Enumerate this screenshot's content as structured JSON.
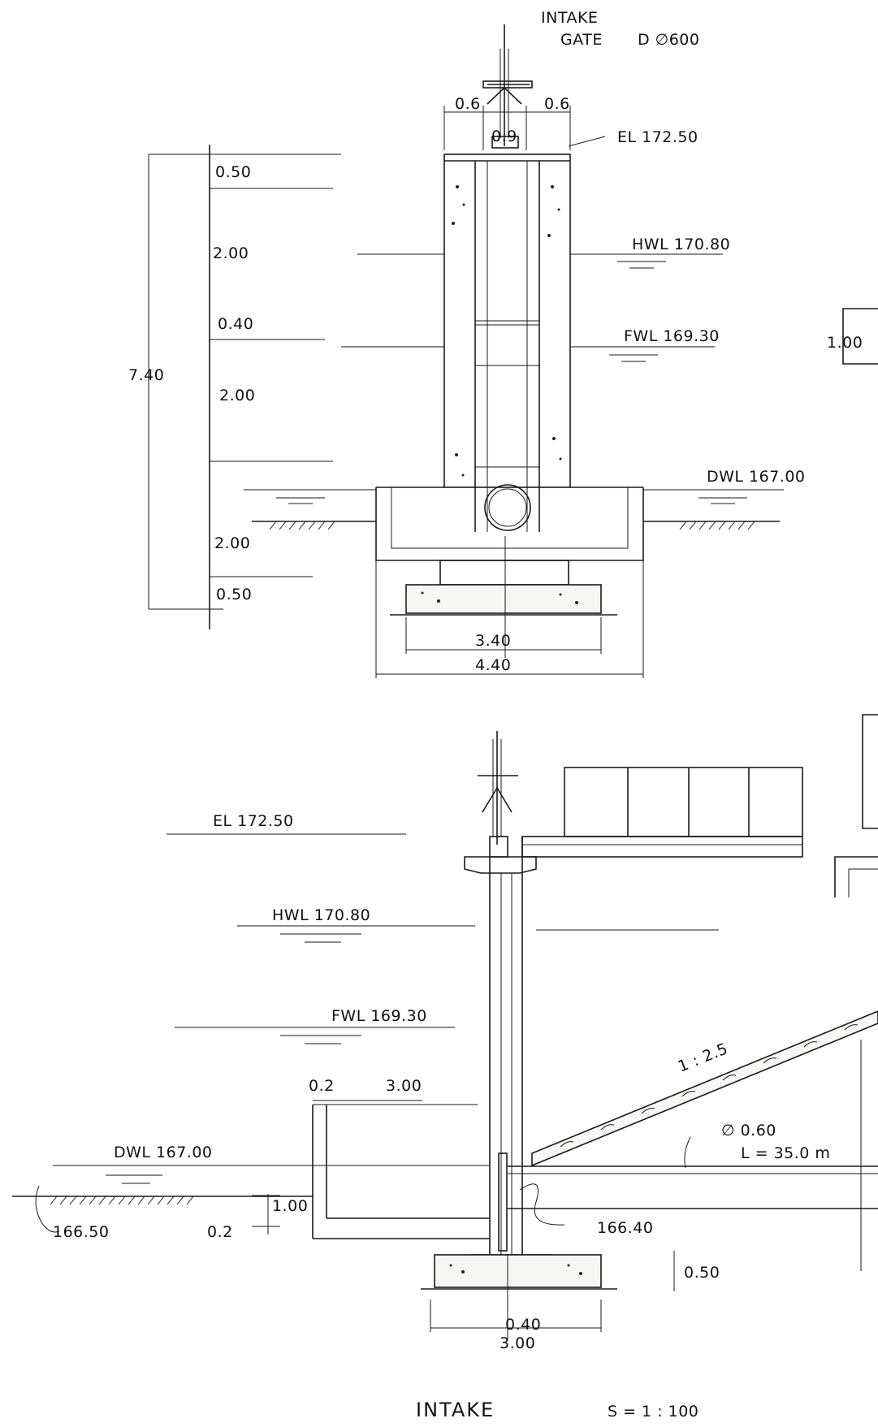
{
  "gate": {
    "line1": "INTAKE",
    "line2": "GATE",
    "line3": "D ∅600"
  },
  "elevation": {
    "el": "EL 172.50",
    "hwl": "HWL 170.80",
    "fwl": "FWL 169.30",
    "dwl": "DWL 167.00"
  },
  "top_dims": {
    "left": "0.6",
    "center": "0.9",
    "right": "0.6"
  },
  "vertical_dims": {
    "total": "7.40",
    "d1": "0.50",
    "d2": "2.00",
    "d3": "0.40",
    "d4": "2.00",
    "d5": "2.00",
    "d6": "0.50"
  },
  "base_dims": {
    "inner": "3.40",
    "outer": "4.40"
  },
  "side_edge": {
    "dim": "1.00"
  },
  "section": {
    "el": "EL 172.50",
    "hwl": "HWL 170.80",
    "fwl": "FWL 169.30",
    "dwl": "DWL 167.00",
    "dim_a": "0.2",
    "dim_b": "3.00",
    "dim_c": "1.00",
    "dim_d": "0.2",
    "ground": "166.50",
    "invert": "166.40",
    "footing": "0.50",
    "stem": "0.40",
    "base": "3.00",
    "slope": "1 : 2.5",
    "pipe_d": "∅ 0.60",
    "pipe_l": "L = 35.0 m"
  },
  "title": {
    "name": "INTAKE",
    "scale": "S = 1 : 100"
  }
}
